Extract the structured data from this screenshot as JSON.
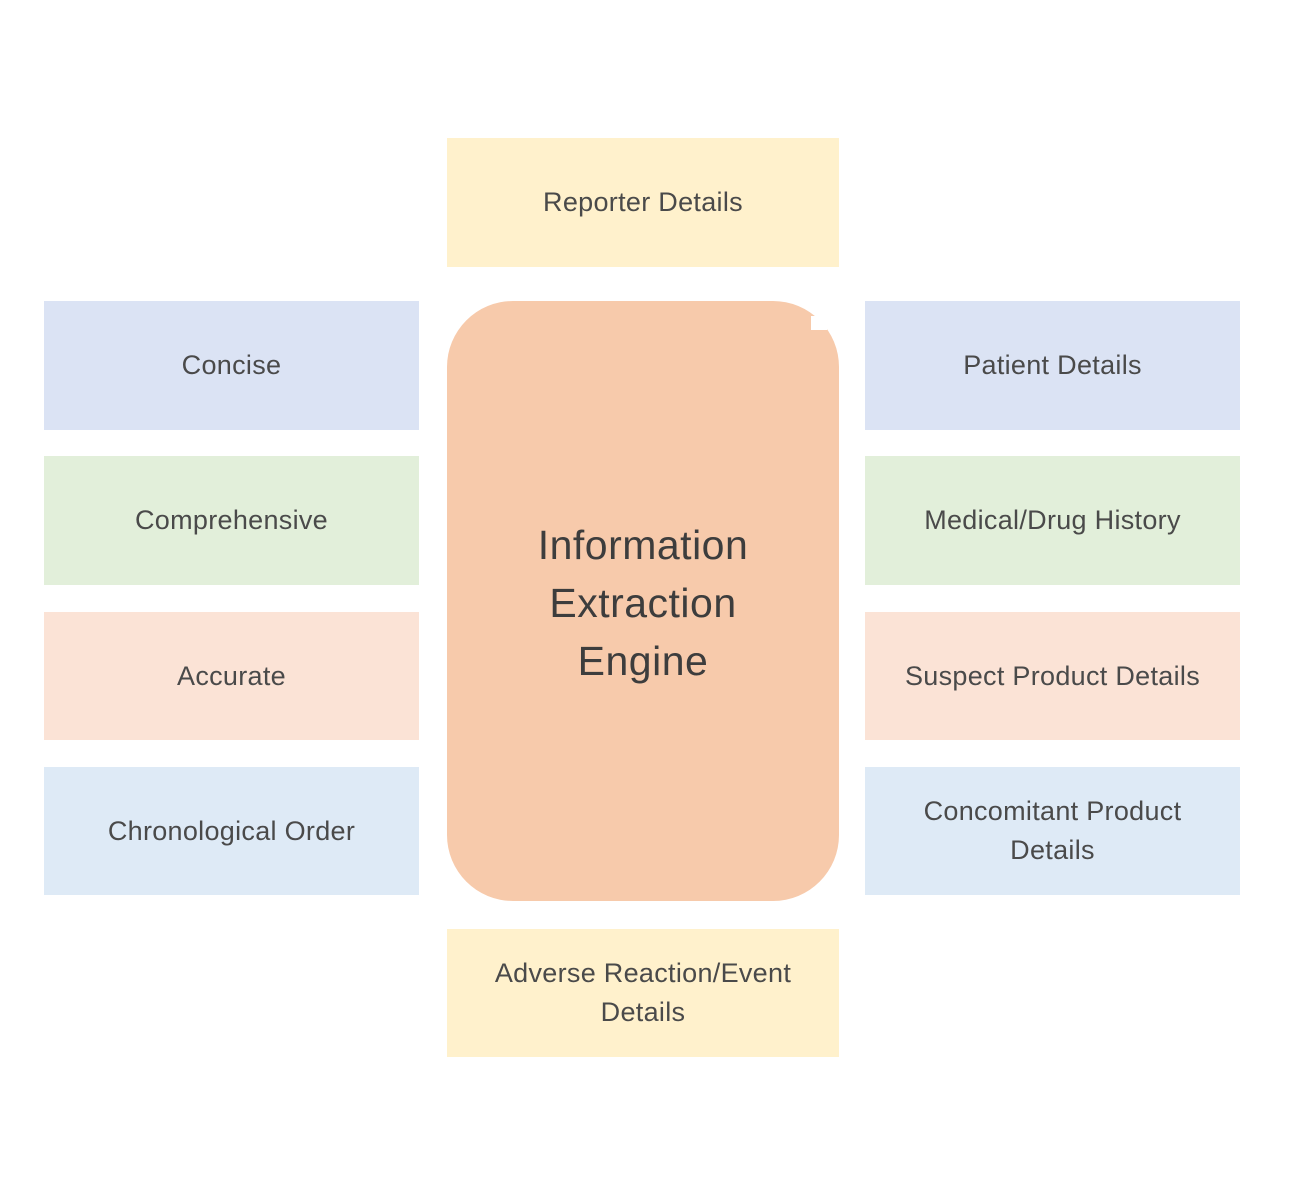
{
  "center": {
    "lines": [
      "Information",
      "Extraction",
      "Engine"
    ]
  },
  "top": {
    "label": "Reporter Details"
  },
  "bottom": {
    "lines": [
      "Adverse Reaction/Event",
      "Details"
    ]
  },
  "left": [
    {
      "label": "Concise"
    },
    {
      "label": "Comprehensive"
    },
    {
      "label": "Accurate"
    },
    {
      "label": "Chronological Order"
    }
  ],
  "right": [
    {
      "label": "Patient Details"
    },
    {
      "label": "Medical/Drug History"
    },
    {
      "label": "Suspect Product Details"
    },
    {
      "lines": [
        "Concomitant Product",
        "Details"
      ]
    }
  ],
  "colors": {
    "yellow": "#fff1cc",
    "blue": "#dbe3f4",
    "green": "#e2efda",
    "peach": "#fbe3d6",
    "lightblue": "#deeaf6",
    "engine": "#f7caab"
  }
}
